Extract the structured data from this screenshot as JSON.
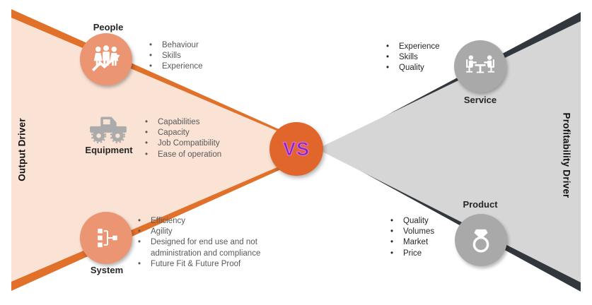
{
  "palette": {
    "orange_accent": "#E0702A",
    "peach": "#FAE3D5",
    "slate_dark": "#31373D",
    "gray_light": "#D6D6D6",
    "salmon_circle": "#EC9572",
    "gray_circle": "#A9A9A9",
    "vs_circle": "#E0662C",
    "vs_text": "#7030A0",
    "vs_text_outline": "#ED63E8",
    "icon_gray": "#ABABAB"
  },
  "left_side": {
    "axis_label": "Output Driver",
    "groups": [
      {
        "label": "People",
        "icon": "people-growth-icon",
        "items": [
          "Behaviour",
          "Skills",
          "Experience"
        ]
      },
      {
        "label": "Equipment",
        "icon": "truck-icon",
        "items": [
          "Capabilities",
          "Capacity",
          "Job Compatibility",
          "Ease of operation"
        ]
      },
      {
        "label": "System",
        "icon": "hierarchy-icon",
        "items": [
          "Efficiency",
          "Agility",
          "Designed for end use and not administration and compliance",
          "Future Fit & Future Proof"
        ]
      }
    ]
  },
  "center": {
    "vs_label": "VS"
  },
  "right_side": {
    "axis_label": "Profitability Driver",
    "groups": [
      {
        "label": "Service",
        "icon": "meeting-icon",
        "items": [
          "Experience",
          "Skills",
          "Quality"
        ]
      },
      {
        "label": "Product",
        "icon": "ring-icon",
        "items": [
          "Quality",
          "Volumes",
          "Market",
          "Price"
        ]
      }
    ]
  }
}
